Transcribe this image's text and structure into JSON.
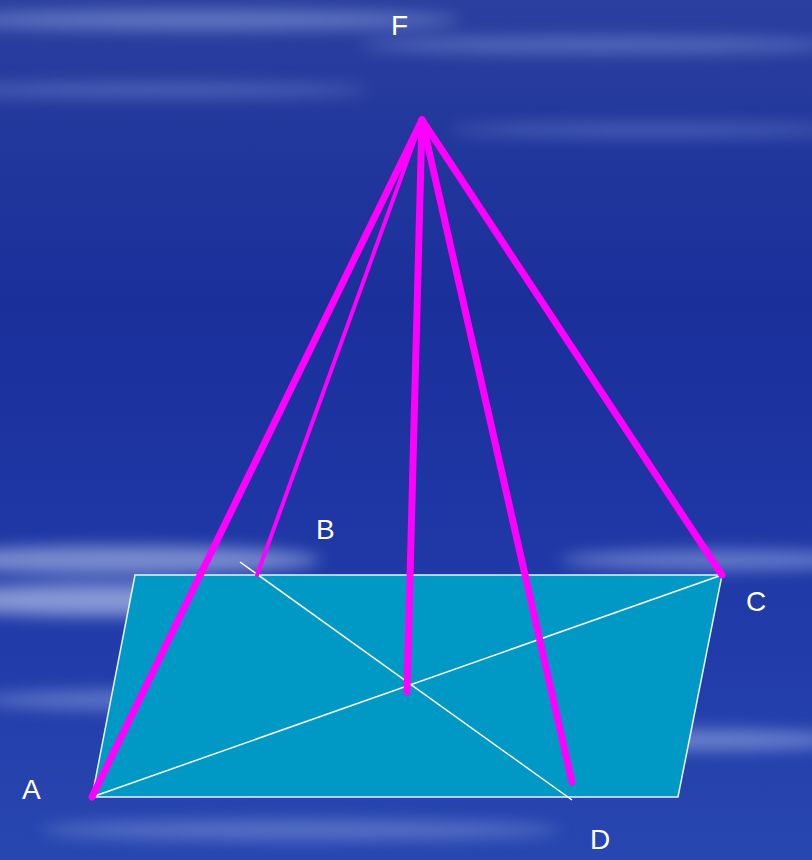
{
  "diagram": {
    "labels": [
      "F",
      "B",
      "C",
      "A",
      "D"
    ]
  }
}
